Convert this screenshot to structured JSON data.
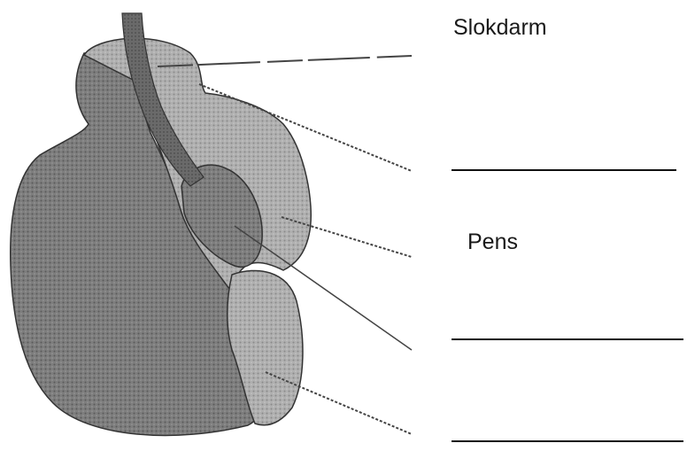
{
  "diagram": {
    "labels": {
      "slokdarm": "Slokdarm",
      "pens": "Pens"
    },
    "blank_answer_lines": 3,
    "colors": {
      "organ_dark": "#777777",
      "organ_light": "#a6a6a6",
      "outline": "#333333",
      "leader": "#444444",
      "text": "#1a1a1a"
    }
  }
}
